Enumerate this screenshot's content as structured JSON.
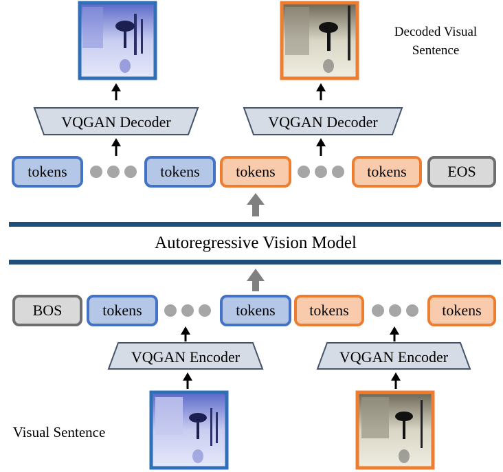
{
  "labels": {
    "decoded_line1": "Decoded Visual",
    "decoded_line2": "Sentence",
    "visual_sentence": "Visual Sentence",
    "model": "Autoregressive Vision Model"
  },
  "decoder": {
    "left": "VQGAN Decoder",
    "right": "VQGAN Decoder"
  },
  "encoder": {
    "left": "VQGAN Encoder",
    "right": "VQGAN Encoder"
  },
  "output_tokens": [
    "tokens",
    "tokens",
    "tokens",
    "tokens",
    "EOS"
  ],
  "input_tokens": [
    "BOS",
    "tokens",
    "tokens",
    "tokens",
    "tokens"
  ],
  "colors": {
    "blue_border": "#4472C4",
    "blue_fill": "#B4C7E7",
    "orange_border": "#ED7D31",
    "orange_fill": "#F8CBAD",
    "gray_border": "#6E6E6E",
    "gray_fill": "#D9D9D9",
    "trapezoid_fill": "#D6DCE5",
    "trapezoid_border": "#44546A",
    "bar": "#1F4E79",
    "arrow_gray": "#808080"
  }
}
